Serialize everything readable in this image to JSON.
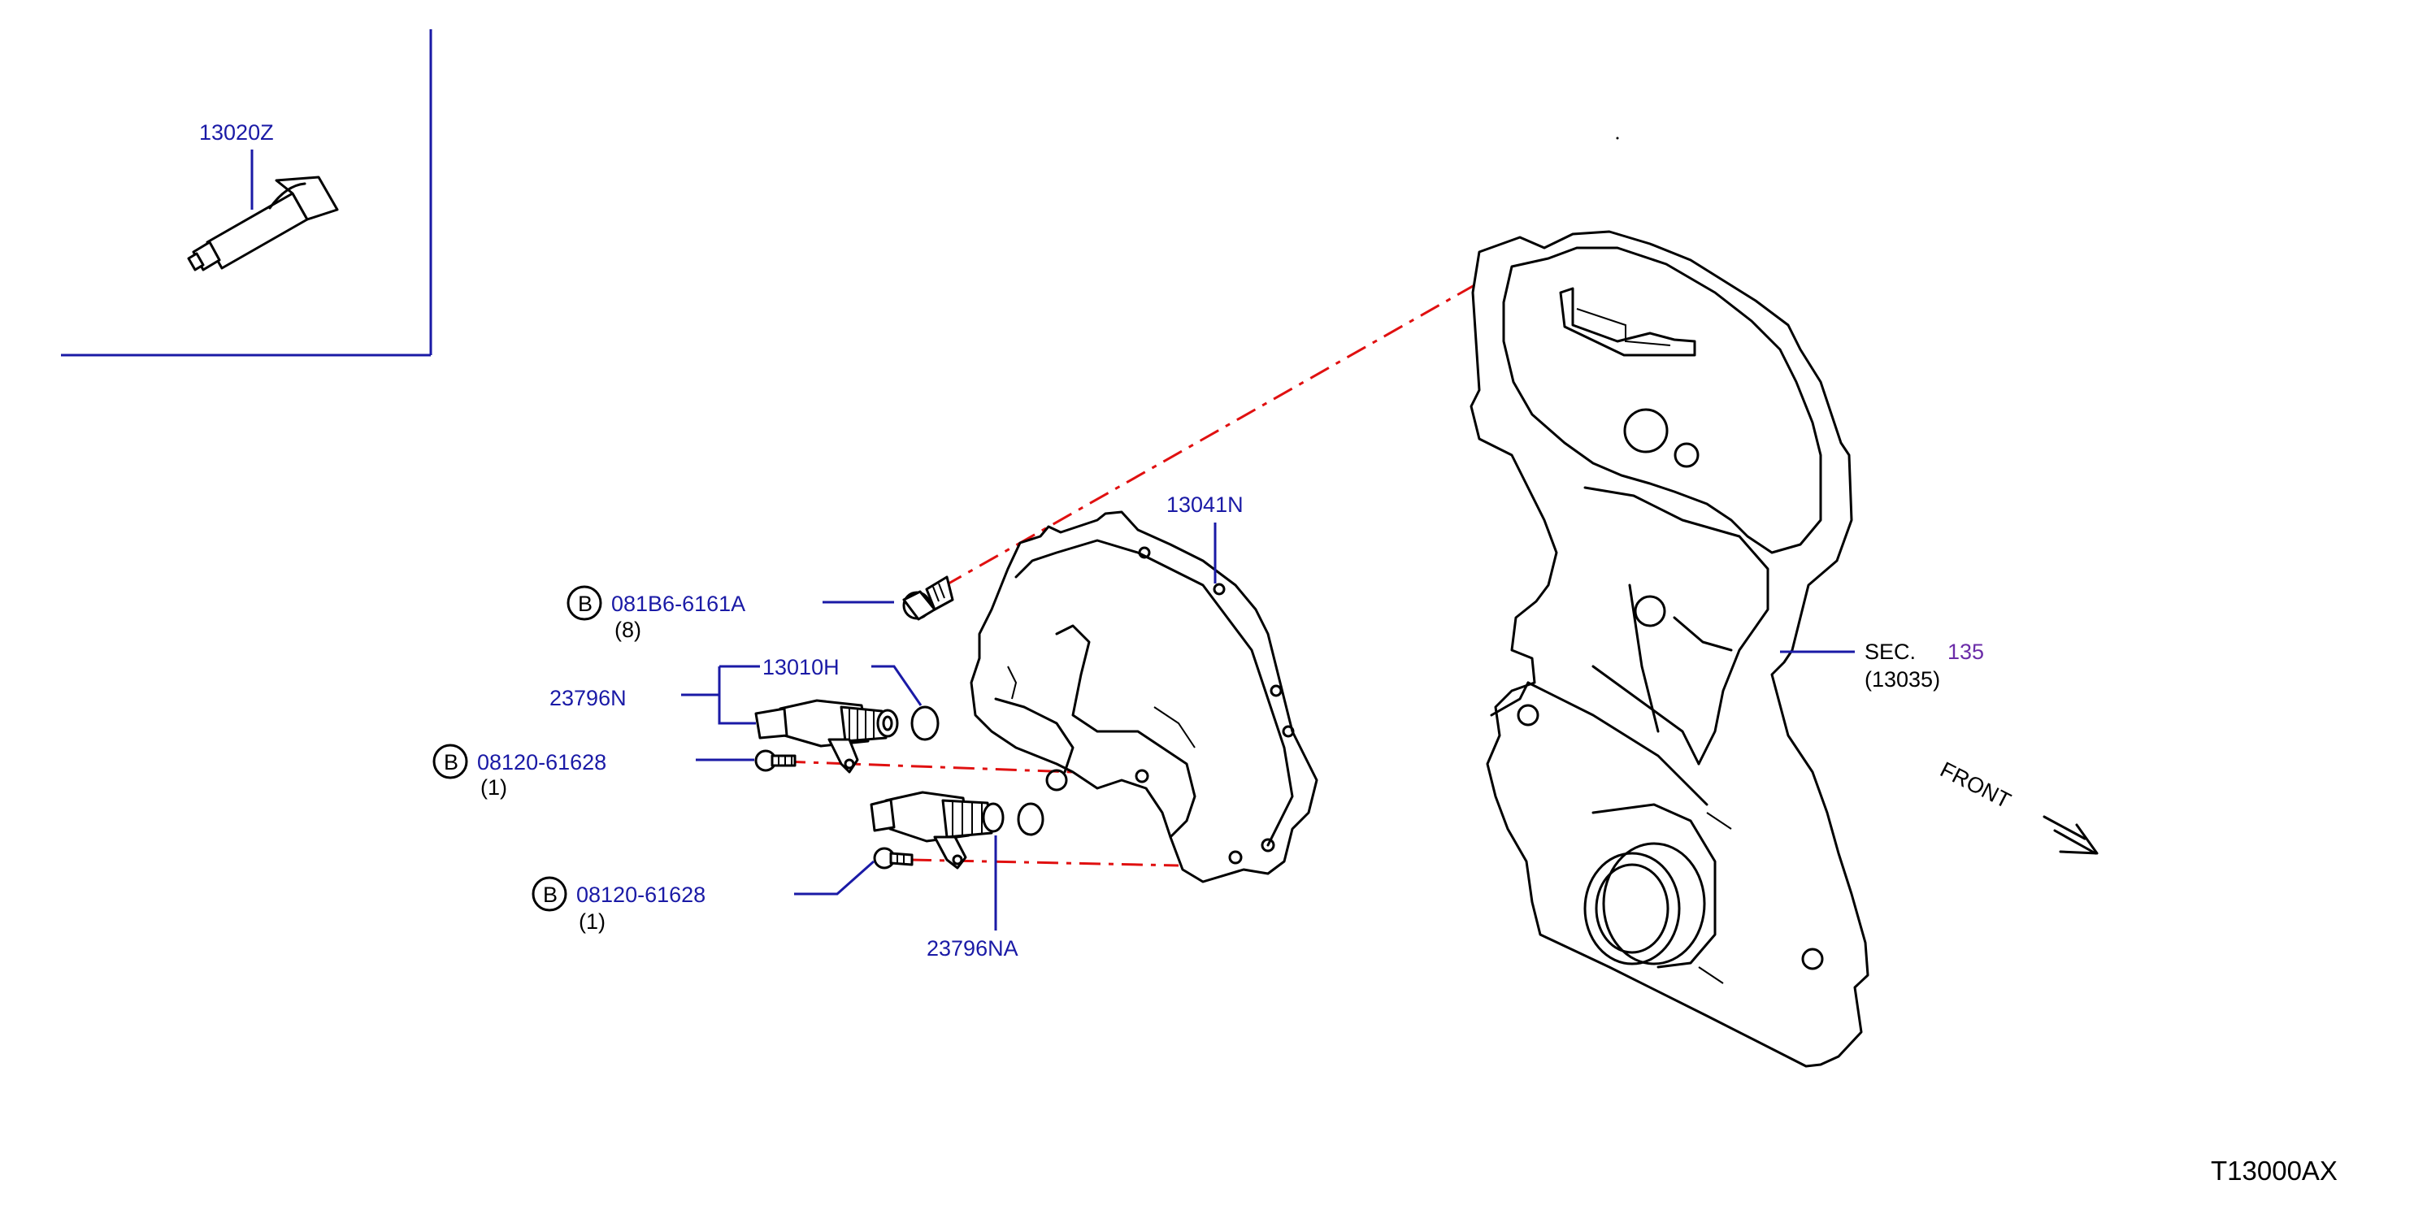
{
  "diagram_id": "T13000AX",
  "colors": {
    "part_number": "#1a1aa6",
    "section_link": "#6b2ca8",
    "phantom_line": "#e01010",
    "linework": "#000000"
  },
  "parts": {
    "sealant": {
      "number": "13020Z"
    },
    "cover": {
      "number": "13041N"
    },
    "bolt_main": {
      "badge": "B",
      "number": "081B6-6161A",
      "qty": "(8)"
    },
    "o_ring": {
      "number": "13010H"
    },
    "valve_upper": {
      "number": "23796N"
    },
    "bolt_upper": {
      "badge": "B",
      "number": "08120-61628",
      "qty": "(1)"
    },
    "valve_lower": {
      "number": "23796NA"
    },
    "bolt_lower": {
      "badge": "B",
      "number": "08120-61628",
      "qty": "(1)"
    }
  },
  "section_ref": {
    "prefix": "SEC.",
    "number": "135",
    "sub": "(13035)"
  },
  "front_label": "FRONT"
}
